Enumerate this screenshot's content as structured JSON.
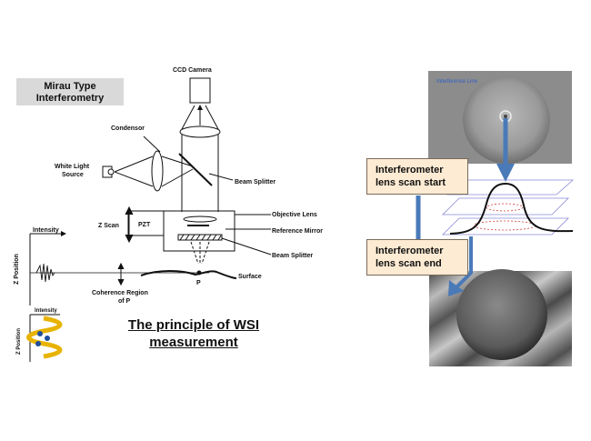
{
  "left_panel": {
    "title_line1": "Mirau Type",
    "title_line2": "Interferometry",
    "labels": {
      "ccd_camera": "CCD Camera",
      "condensor": "Condensor",
      "white_light_line1": "White Light",
      "white_light_line2": "Source",
      "beam_splitter_top": "Beam Splitter",
      "z_scan": "Z Scan",
      "pzt": "PZT",
      "objective_lens": "Objective Lens",
      "reference_mirror": "Reference Mirror",
      "beam_splitter_bottom": "Beam Splitter",
      "intensity_top": "Intensity",
      "z_position": "Z Position",
      "surface": "Surface",
      "point_p": "P",
      "coherence_line1": "Coherence Region",
      "coherence_line2": "of P",
      "intensity_small": "Intensity",
      "z_position_small": "Z Position"
    },
    "caption_line1": "The principle of WSI",
    "caption_line2": "measurement"
  },
  "right_panel": {
    "interference_line_label": "Interference Line",
    "scan_start_line1": "Interferometer",
    "scan_start_line2": "lens scan start",
    "scan_end_line1": "Interferometer",
    "scan_end_line2": "lens scan end"
  },
  "colors": {
    "arrow_blue": "#4a7ab8",
    "callout_fill": "#fdebd3",
    "wave_yellow": "#e8b300",
    "dot_blue": "#1f4e9c",
    "interference_red": "#d04040"
  }
}
